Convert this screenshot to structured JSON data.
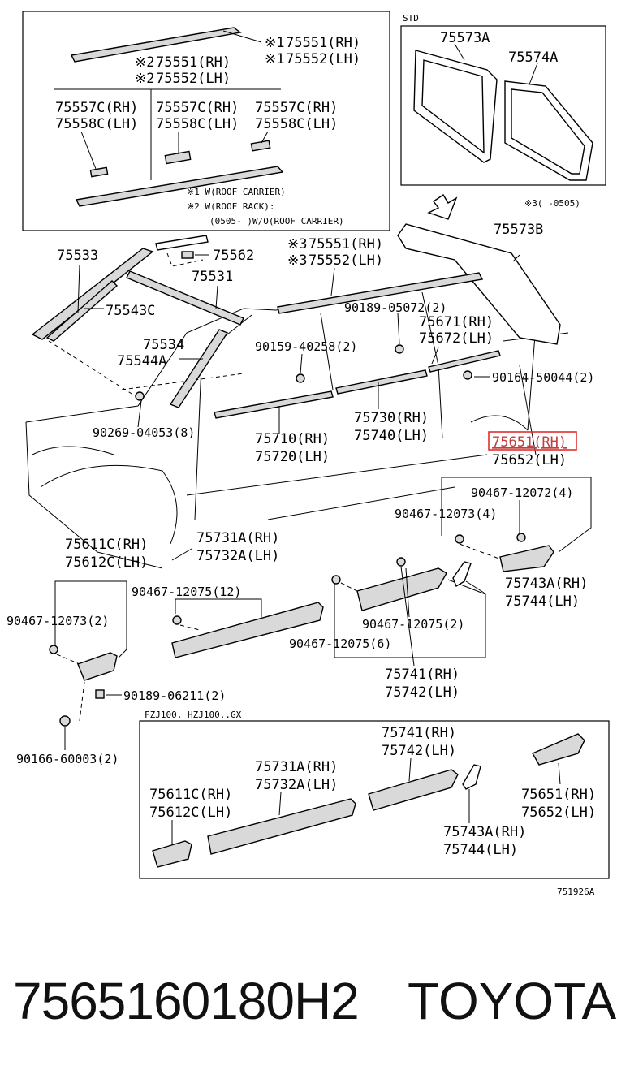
{
  "inset_top": {
    "n1": "※1",
    "n2": "※2",
    "l1": "75551(RH)",
    "l2": "75552(LH)",
    "l3": "75551(RH)",
    "l4": "75552(LH)",
    "c1a": "75557C(RH)",
    "c1b": "75558C(LH)",
    "c2a": "75557C(RH)",
    "c2b": "75558C(LH)",
    "c3a": "75557C(RH)",
    "c3b": "75558C(LH)",
    "note1": "※1 W(ROOF CARRIER)",
    "note2": "※2 W(ROOF RACK):",
    "note3": "(0505-     )W/O(ROOF CARRIER)"
  },
  "inset_std": {
    "tag": "STD",
    "a": "75573A",
    "b": "75574A"
  },
  "note3": "※3(     -0505)",
  "main": {
    "p75573b": "75573B",
    "p75533": "75533",
    "p75562": "75562",
    "p75543c": "75543C",
    "p75531": "75531",
    "p3a": "※3",
    "p3b": "※3",
    "p75551": "75551(RH)",
    "p75552": "75552(LH)",
    "p90189a": "90189-05072(2)",
    "p75671": "75671(RH)",
    "p75672": "75672(LH)",
    "p75534": "75534",
    "p75544a": "75544A",
    "p90159": "90159-40258(2)",
    "p90164": "90164-50044(2)",
    "p75730": "75730(RH)",
    "p75740": "75740(LH)",
    "p90269": "90269-04053(8)",
    "p75710": "75710(RH)",
    "p75720": "75720(LH)",
    "p75651": "75651(RH)",
    "p75652": "75652(LH)",
    "p90467a": "90467-12072(4)",
    "p90467b": "90467-12073(4)",
    "p75611": "75611C(RH)",
    "p75612": "75612C(LH)",
    "p75731": "75731A(RH)",
    "p75732": "75732A(LH)",
    "p75743": "75743A(RH)",
    "p75744": "75744(LH)",
    "p90467c": "90467-12075(12)",
    "p90467d": "90467-12073(2)",
    "p90467e": "90467-12075(2)",
    "p90467f": "90467-12075(6)",
    "p75741": "75741(RH)",
    "p75742": "75742(LH)",
    "p90189b": "90189-06211(2)",
    "p90166": "90166-60003(2)"
  },
  "inset_bottom": {
    "tag": "FZJ100, HZJ100..GX",
    "a1": "75741(RH)",
    "a2": "75742(LH)",
    "b1": "75731A(RH)",
    "b2": "75732A(LH)",
    "c1": "75611C(RH)",
    "c2": "75612C(LH)",
    "d1": "75651(RH)",
    "d2": "75652(LH)",
    "e1": "75743A(RH)",
    "e2": "75744(LH)"
  },
  "diagram_code": "751926A",
  "footer": {
    "part_number": "7565160180H2",
    "brand": "TOYOTA"
  },
  "colors": {
    "highlight": "#e03030",
    "ink": "#000000"
  }
}
